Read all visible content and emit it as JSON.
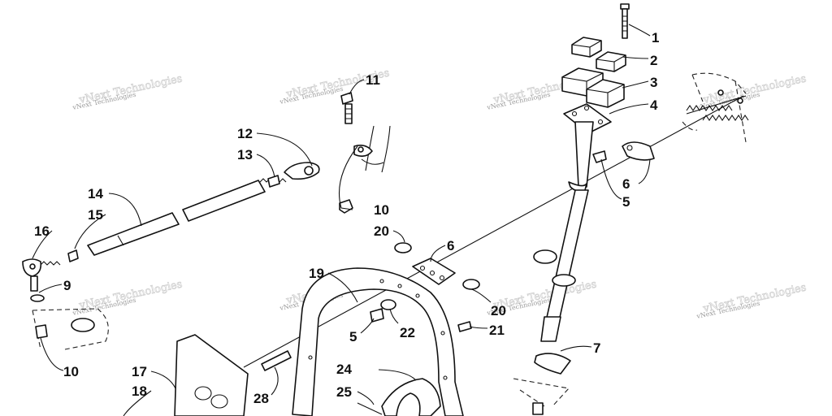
{
  "watermark": {
    "text": "vNext Technologies"
  },
  "callouts": [
    {
      "id": "c1",
      "label": "1"
    },
    {
      "id": "c2",
      "label": "2"
    },
    {
      "id": "c3",
      "label": "3"
    },
    {
      "id": "c4",
      "label": "4"
    },
    {
      "id": "c5a",
      "label": "5"
    },
    {
      "id": "c5b",
      "label": "5"
    },
    {
      "id": "c6a",
      "label": "6"
    },
    {
      "id": "c6b",
      "label": "6"
    },
    {
      "id": "c7",
      "label": "7"
    },
    {
      "id": "c9",
      "label": "9"
    },
    {
      "id": "c10a",
      "label": "10"
    },
    {
      "id": "c10b",
      "label": "10"
    },
    {
      "id": "c11",
      "label": "11"
    },
    {
      "id": "c12",
      "label": "12"
    },
    {
      "id": "c13",
      "label": "13"
    },
    {
      "id": "c14",
      "label": "14"
    },
    {
      "id": "c15",
      "label": "15"
    },
    {
      "id": "c16",
      "label": "16"
    },
    {
      "id": "c17",
      "label": "17"
    },
    {
      "id": "c18",
      "label": "18"
    },
    {
      "id": "c19",
      "label": "19"
    },
    {
      "id": "c20a",
      "label": "20"
    },
    {
      "id": "c20b",
      "label": "20"
    },
    {
      "id": "c21",
      "label": "21"
    },
    {
      "id": "c22",
      "label": "22"
    },
    {
      "id": "c24",
      "label": "24"
    },
    {
      "id": "c25",
      "label": "25"
    },
    {
      "id": "c28",
      "label": "28"
    }
  ],
  "colors": {
    "line": "#111111",
    "watermark": "#9a9a9a"
  }
}
